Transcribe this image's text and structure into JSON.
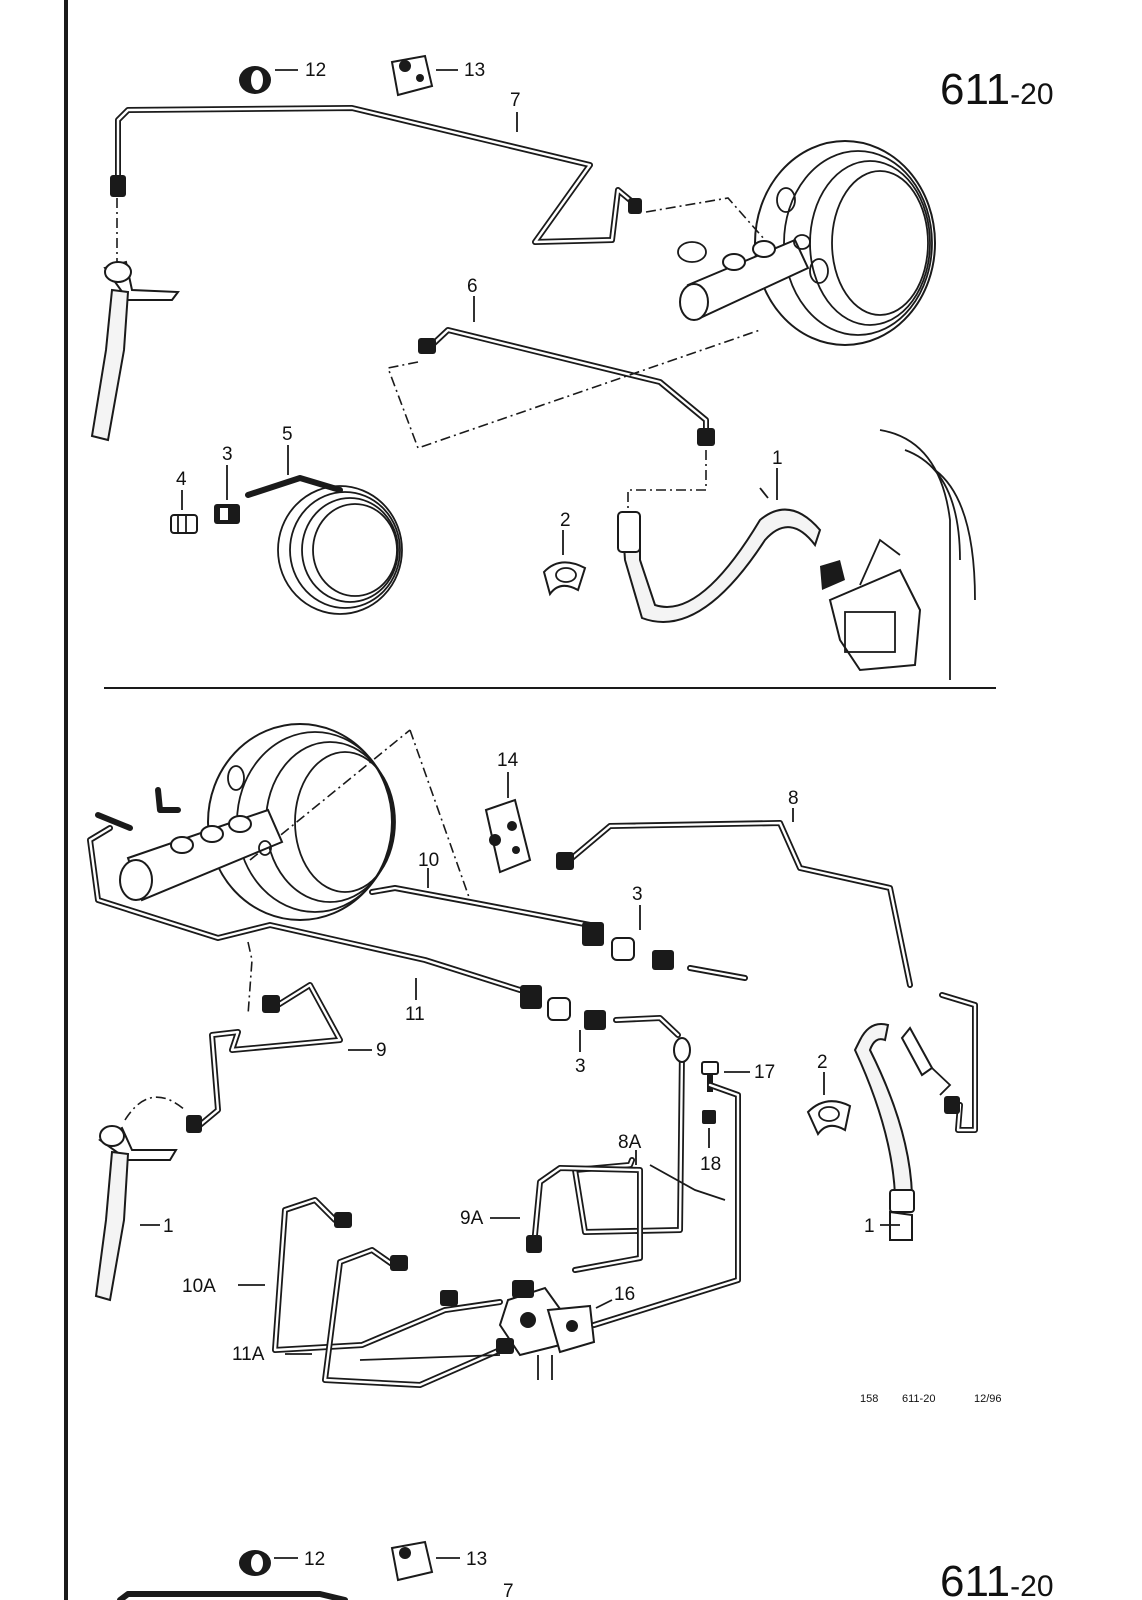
{
  "page": {
    "section_number_prefix": "611",
    "section_number_suffix": "-20"
  },
  "diagram_top": {
    "labels": {
      "l1": "1",
      "l2": "2",
      "l3": "3",
      "l4": "4",
      "l5": "5",
      "l6": "6",
      "l7": "7",
      "l12": "12",
      "l13": "13"
    }
  },
  "diagram_bottom": {
    "labels": {
      "l1a": "1",
      "l1b": "1",
      "l2": "2",
      "l3a": "3",
      "l3b": "3",
      "l8": "8",
      "l8A": "8A",
      "l9": "9",
      "l9A": "9A",
      "l10": "10",
      "l10A": "10A",
      "l11": "11",
      "l11A": "11A",
      "l14": "14",
      "l16": "16",
      "l17": "17",
      "l18": "18"
    },
    "footer_code": {
      "num": "158",
      "section": "611-20",
      "date": "12/96"
    }
  },
  "next_page_preview": {
    "l12": "12",
    "l13": "13",
    "l7": "7",
    "section_number_prefix": "611",
    "section_number_suffix": "-20"
  }
}
